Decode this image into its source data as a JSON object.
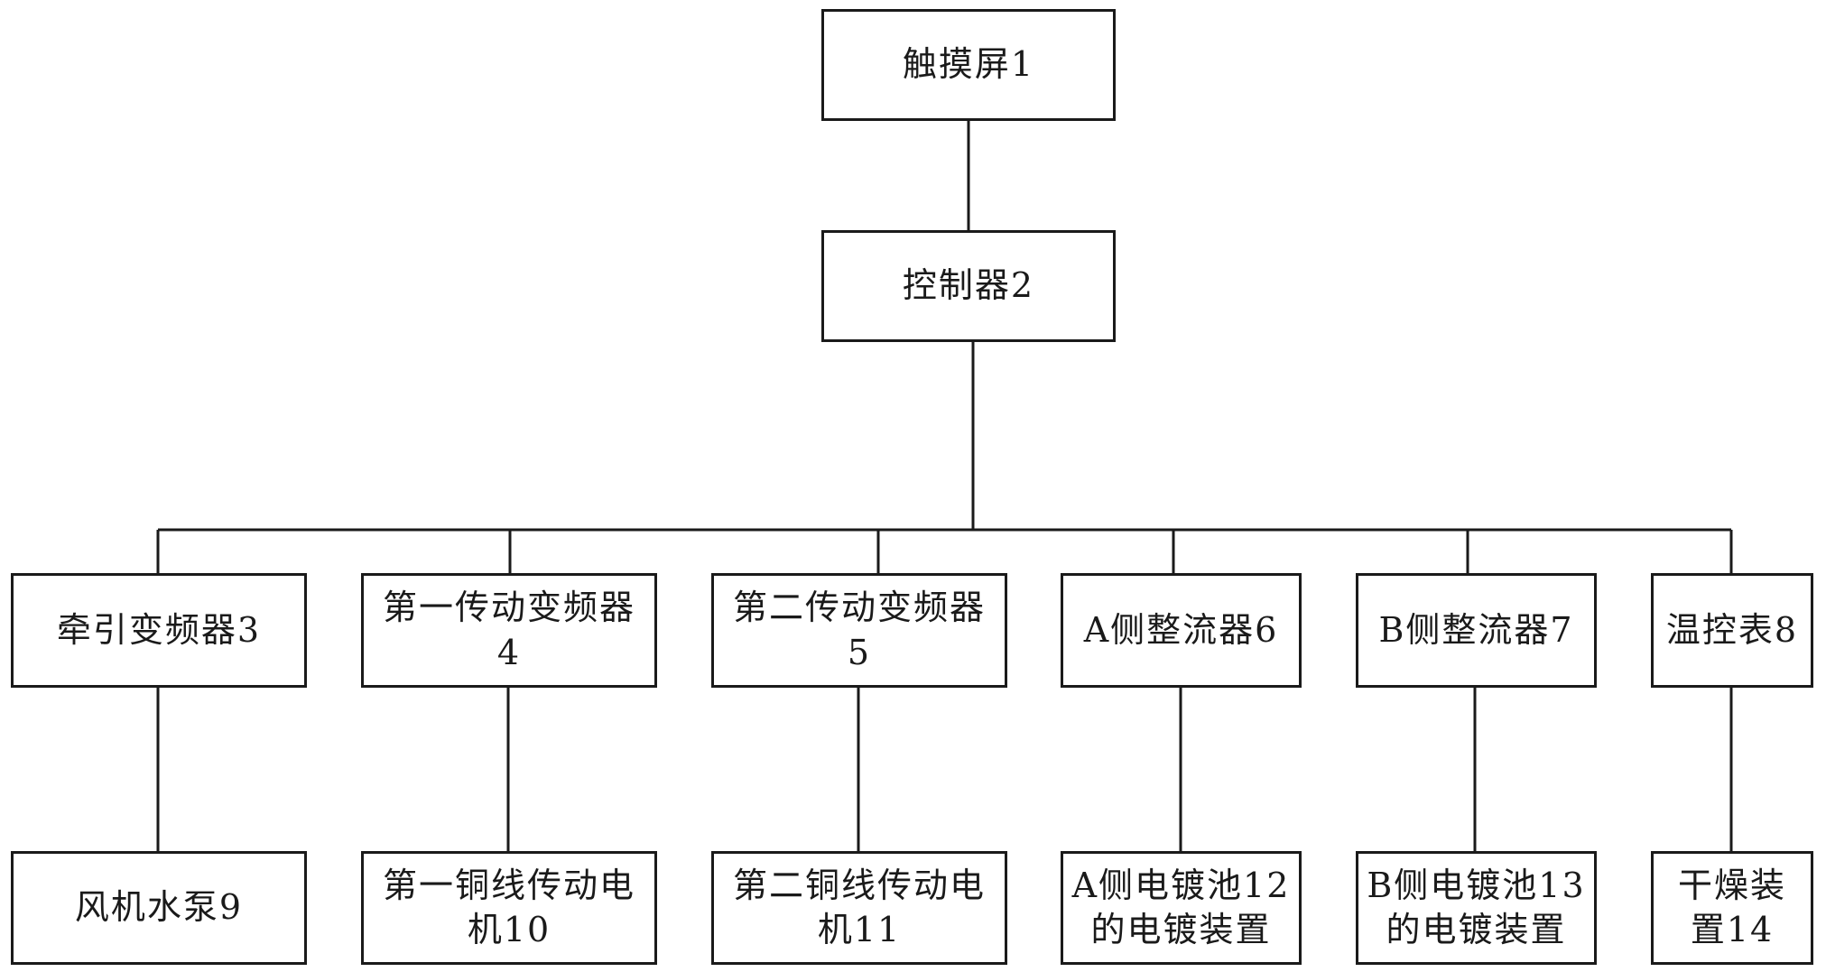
{
  "nodes": {
    "touchscreen": "触摸屏1",
    "controller": "控制器2",
    "traction_inverter": "牵引变频器3",
    "drive_inverter_1": "第一传动变频器4",
    "drive_inverter_2": "第二传动变频器5",
    "rectifier_a": "A侧整流器6",
    "rectifier_b": "B侧整流器7",
    "temp_controller": "温控表8",
    "fan_pump": "风机水泵9",
    "copper_motor_1": "第一铜线传动电\n机10",
    "copper_motor_2": "第二铜线传动电\n机11",
    "plating_a": "A侧电镀池12\n的电镀装置",
    "plating_b": "B侧电镀池13\n的电镀装置",
    "drying": "干燥装\n置14"
  }
}
